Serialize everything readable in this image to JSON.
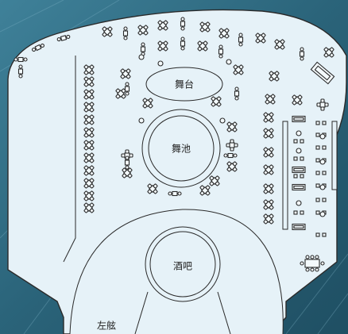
{
  "colors": {
    "background": "#2f6f86",
    "background_dark": "#1b4a5e",
    "floor": "#e6f2f8",
    "outline": "#2a2a2a",
    "furniture": "#3a3a3a"
  },
  "labels": {
    "stage": "舞台",
    "dance_floor": "舞池",
    "bar": "酒吧",
    "port_side": "左舷"
  },
  "icons": {
    "four_seat_table": "four-seat-table-icon",
    "two_seat_table": "two-seat-table-icon",
    "small_round_table": "small-round-table-icon",
    "sofa": "sofa-icon",
    "banquet_table": "banquet-table-icon"
  }
}
